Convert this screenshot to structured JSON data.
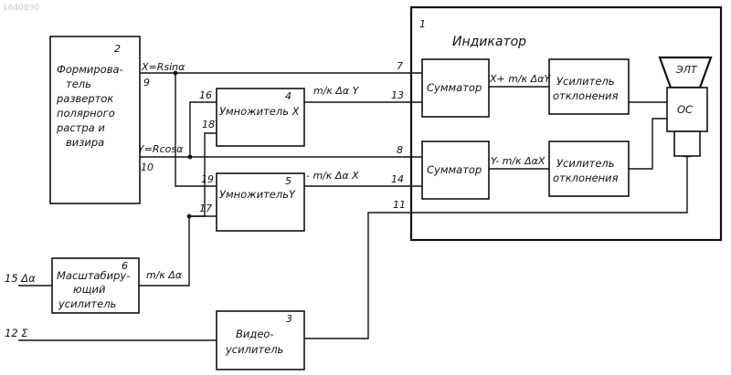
{
  "document_id": "1640890",
  "indicator": {
    "number": "1",
    "title": "Индикатор"
  },
  "blocks": {
    "former": {
      "number": "2",
      "lines": [
        "Формирова-",
        "тель",
        "разверток",
        "полярного",
        "растра и",
        "визира"
      ]
    },
    "video": {
      "number": "3",
      "lines": [
        "Видео-",
        "усилитель"
      ]
    },
    "mult_x": {
      "number": "4",
      "label": "Умножитель X"
    },
    "mult_y": {
      "number": "5",
      "label": "УмножительY"
    },
    "scaling": {
      "number": "6",
      "lines": [
        "Масштабиру-",
        "ющий",
        "усилитель"
      ]
    },
    "adder_top": {
      "label": "Сумматор"
    },
    "adder_bottom": {
      "label": "Сумматор"
    },
    "defl_amp_top": {
      "lines": [
        "Усилитель",
        "отклонения"
      ]
    },
    "defl_amp_bottom": {
      "lines": [
        "Усилитель",
        "отклонения"
      ]
    },
    "crt": {
      "label": "ЭЛТ",
      "coil": "ОС"
    }
  },
  "signals": {
    "x_out": "X=Rsinα",
    "y_out": "Y=Rcosα",
    "mx_out": "m/κ Δα Y",
    "my_out": "- m/κ Δα X",
    "scale_out": "m/κ Δα",
    "sum_top": "X+ m/κ ΔαY",
    "sum_bottom": "Y- m/κ ΔαX",
    "in_delta": "15 Δα",
    "in_sigma": "12 Σ"
  },
  "terminals": [
    "7",
    "8",
    "9",
    "10",
    "11",
    "13",
    "14",
    "16",
    "17",
    "18",
    "19"
  ]
}
